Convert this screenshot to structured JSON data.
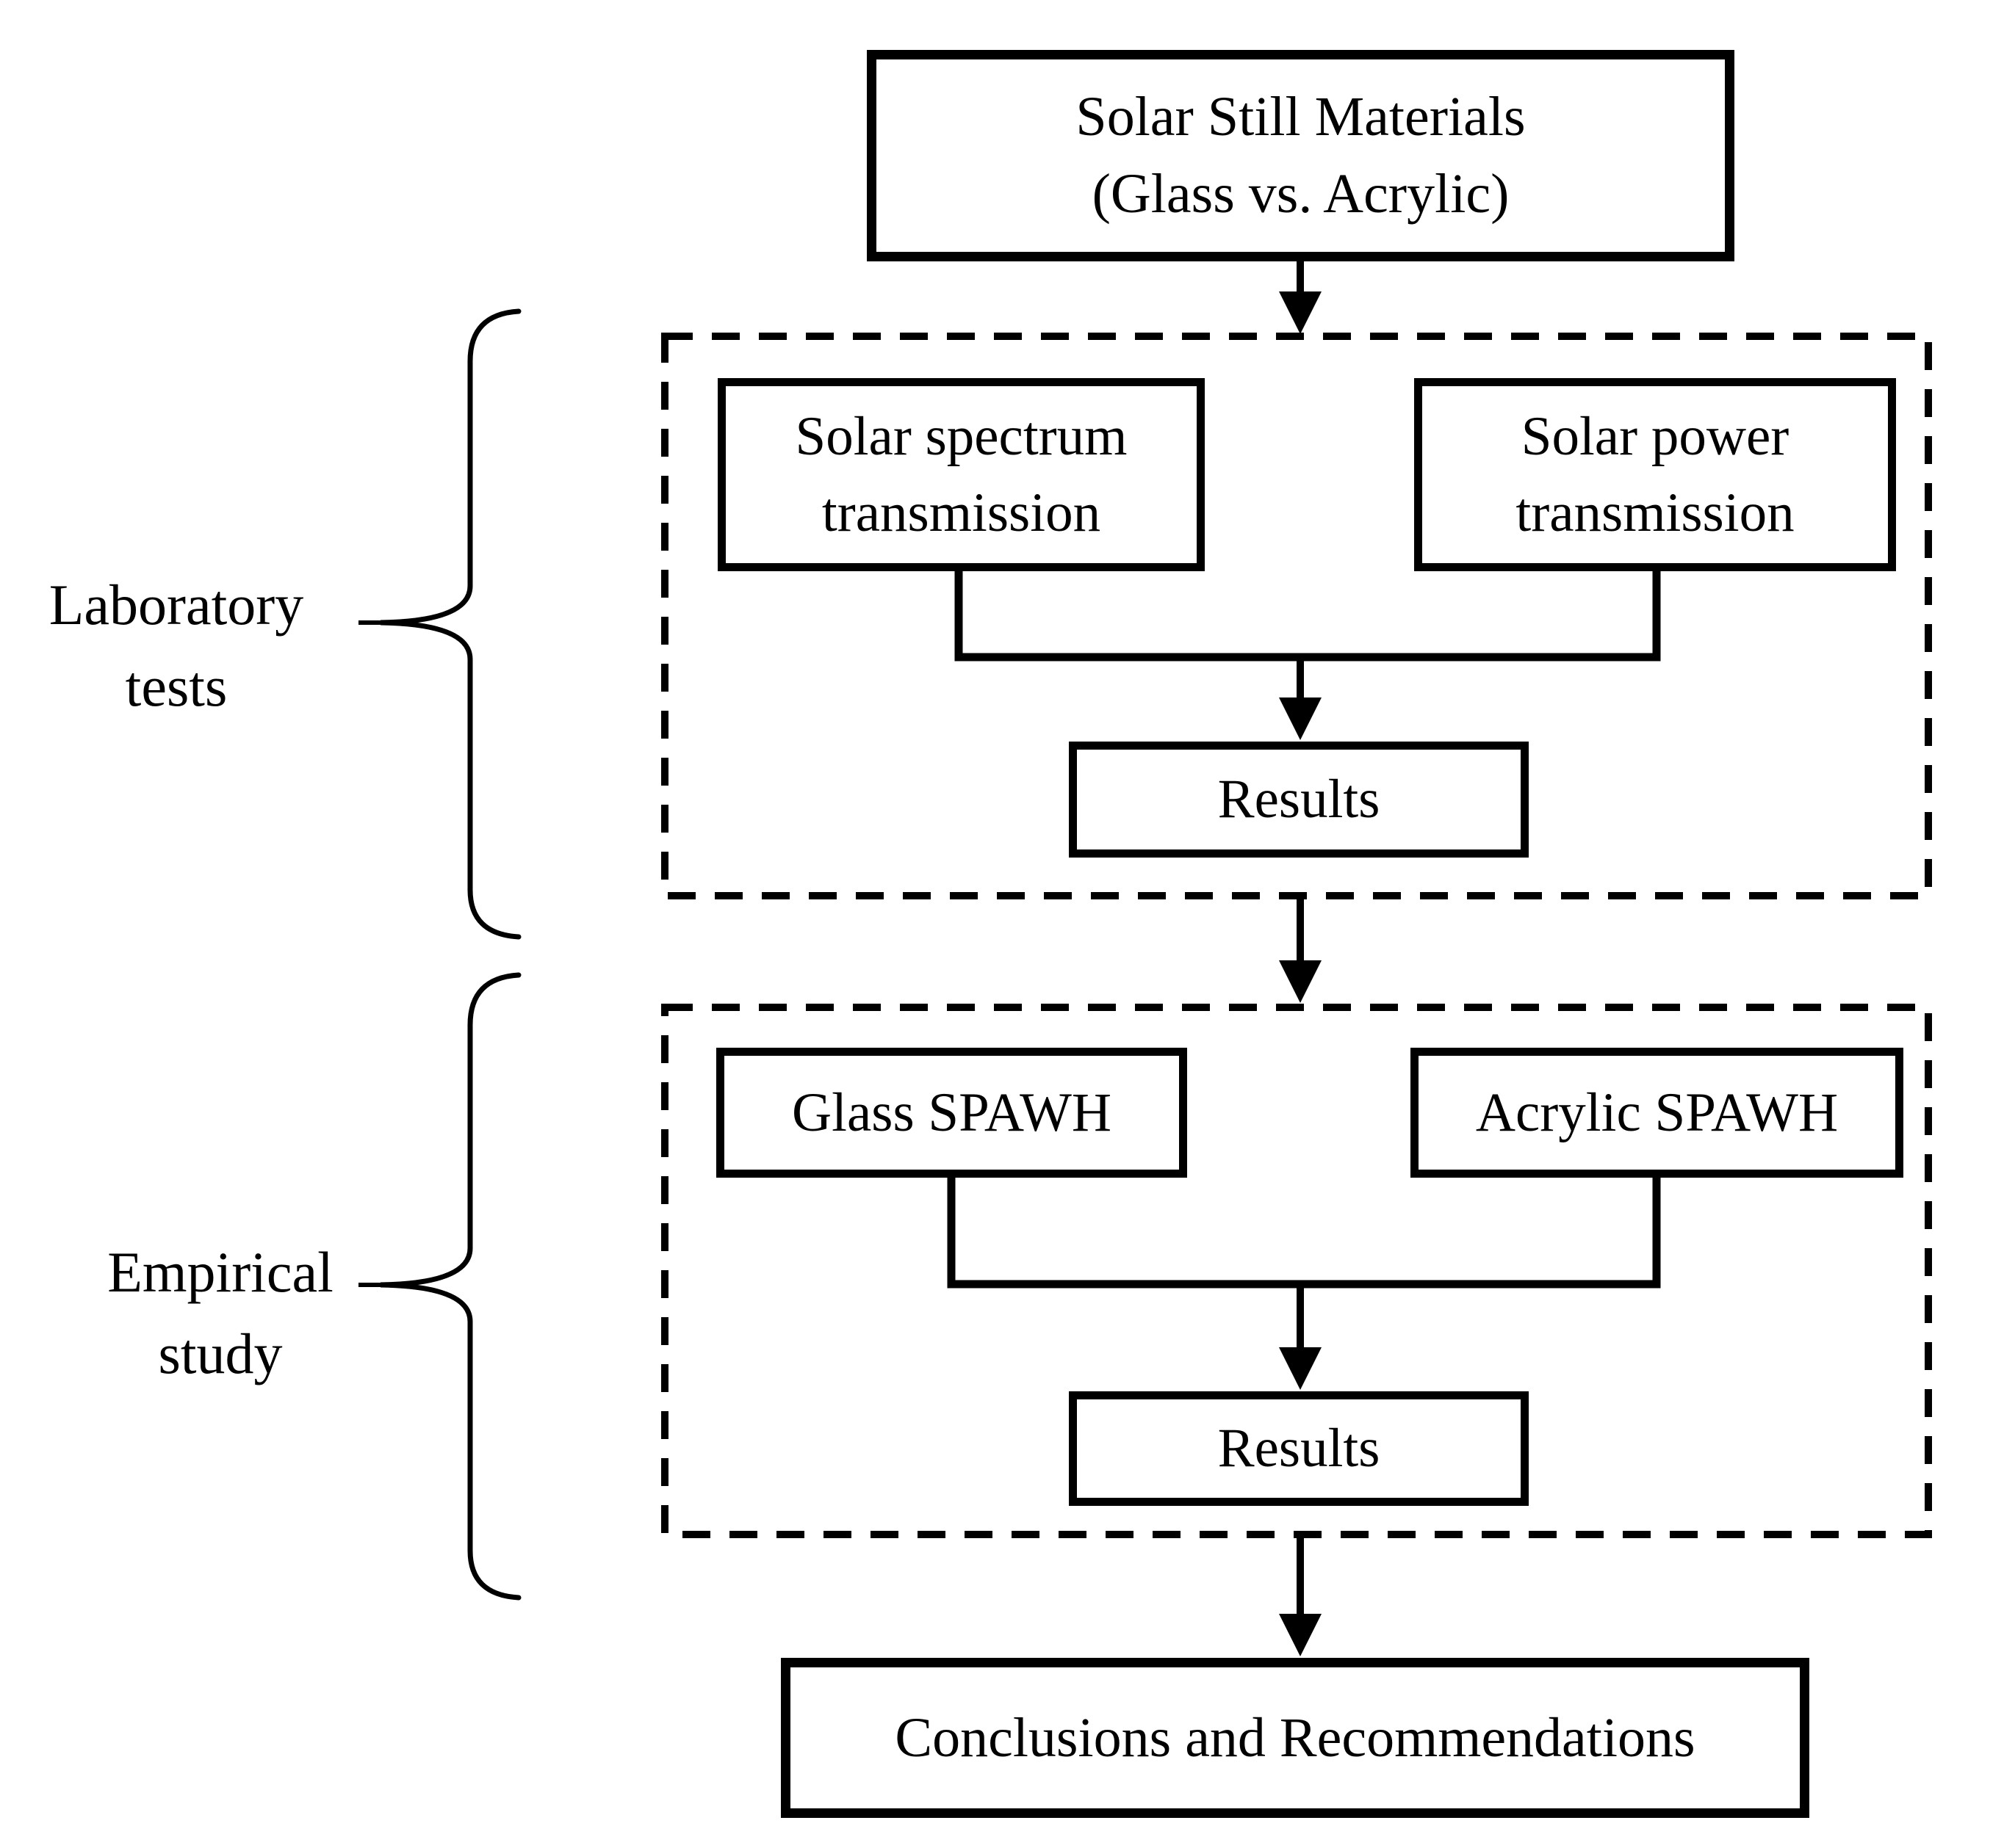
{
  "page": {
    "background": "#ffffff",
    "foreground": "#000000"
  },
  "diagram": {
    "title_box": {
      "line1": "Solar Still Materials",
      "line2": "(Glass vs. Acrylic)"
    },
    "laboratory_section": {
      "label": {
        "line1": "Laboratory",
        "line2": "tests"
      },
      "left_box": {
        "line1": "Solar spectrum",
        "line2": "transmission"
      },
      "right_box": {
        "line1": "Solar power",
        "line2": "transmission"
      },
      "results_box": {
        "label": "Results"
      }
    },
    "empirical_section": {
      "label": {
        "line1": "Empirical",
        "line2": "study"
      },
      "left_box": {
        "label": "Glass SPAWH"
      },
      "right_box": {
        "label": "Acrylic SPAWH"
      },
      "results_box": {
        "label": "Results"
      }
    },
    "conclusions_box": {
      "label": "Conclusions and Recommendations"
    }
  }
}
